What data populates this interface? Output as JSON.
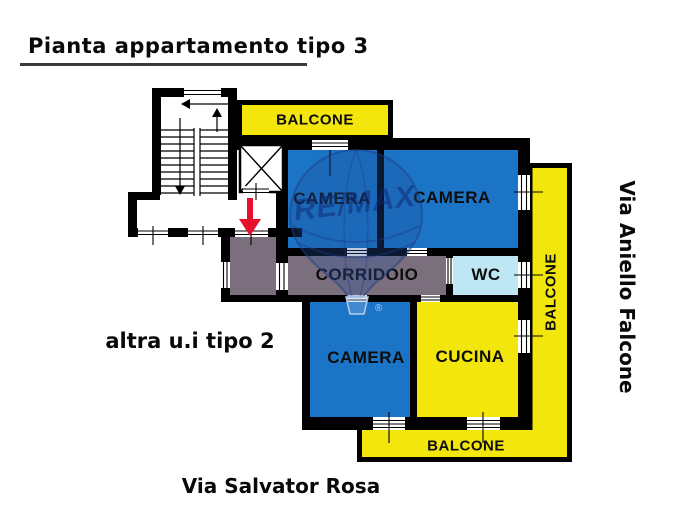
{
  "title": "Pianta appartamento tipo 3",
  "rooms": {
    "camera1": "CAMERA",
    "camera2": "CAMERA",
    "camera3": "CAMERA",
    "cucina": "CUCINA",
    "corridoio": "CORRIDOIO",
    "wc": "WC",
    "balcone_top": "BALCONE",
    "balcone_right": "BALCONE",
    "balcone_bottom": "BALCONE"
  },
  "annotations": {
    "other_unit": "altra u.i tipo 2",
    "street_bottom": "Via Salvator Rosa",
    "street_right": "Via Aniello Falcone"
  },
  "watermark": {
    "brand": "RE/MAX",
    "registered": "®"
  },
  "colors": {
    "room_blue": "#1b74c5",
    "balcony_yellow": "#f2e60d",
    "corridor_gray": "#7c6f7d",
    "wc_lightblue": "#bfe6f3",
    "wall_black": "#000000",
    "arrow_red": "#e8112d"
  }
}
